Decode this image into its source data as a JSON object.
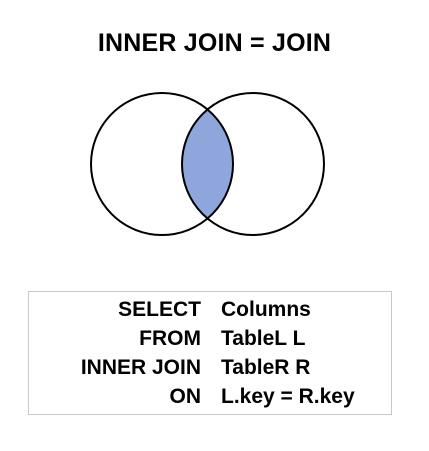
{
  "title": "INNER JOIN = JOIN",
  "venn": {
    "left_set": "",
    "right_set": "",
    "highlighted_region": "intersection",
    "fill_color": "#8ea6dc",
    "stroke_color": "#000000"
  },
  "sql": [
    {
      "keyword": "SELECT",
      "argument": "Columns"
    },
    {
      "keyword": "FROM",
      "argument": "TableL L"
    },
    {
      "keyword": "INNER JOIN",
      "argument": "TableR R"
    },
    {
      "keyword": "ON",
      "argument": "L.key = R.key"
    }
  ]
}
